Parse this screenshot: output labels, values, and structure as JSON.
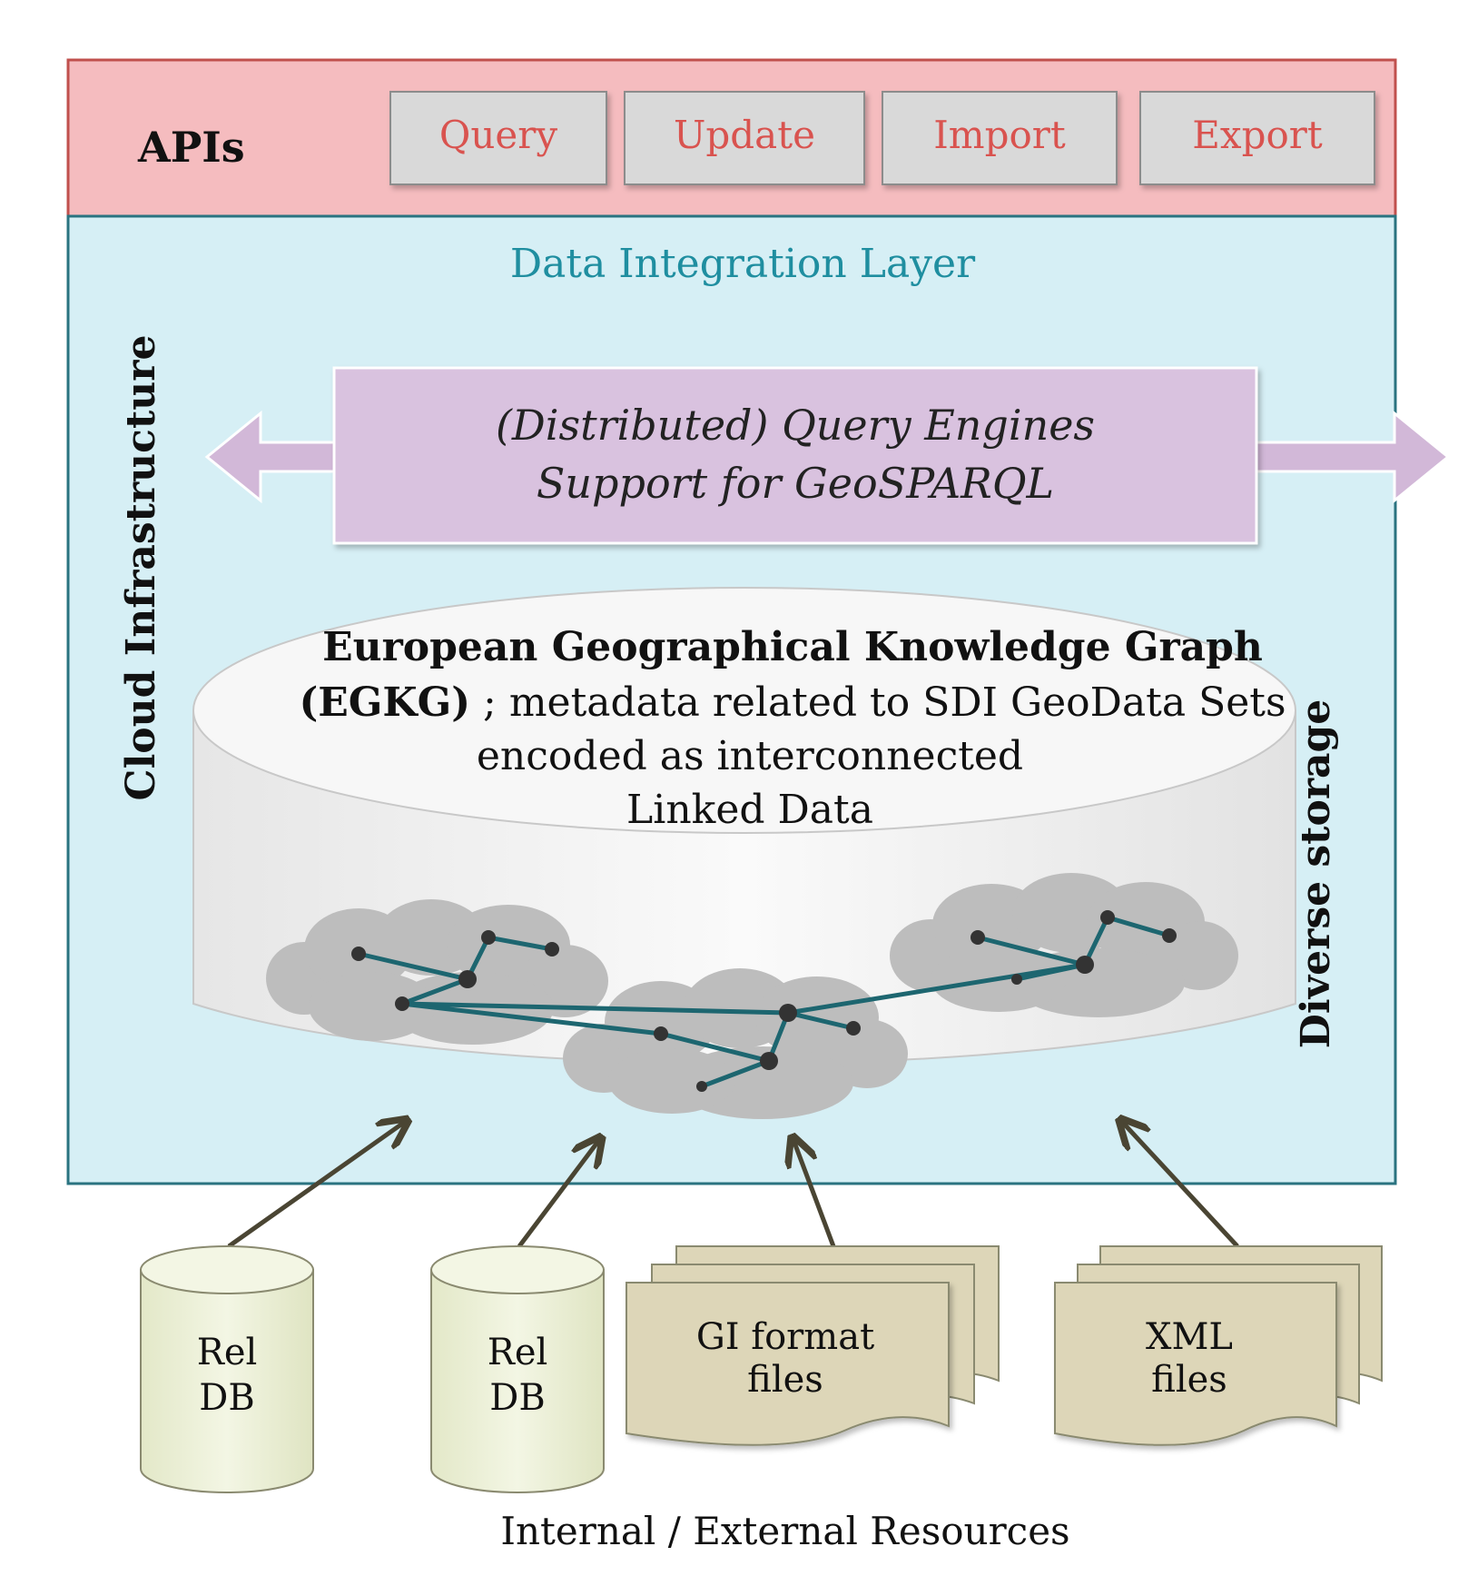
{
  "apis": {
    "title": "APIs",
    "buttons": [
      "Query",
      "Update",
      "Import",
      "Export"
    ]
  },
  "integration_layer": {
    "title": "Data Integration Layer"
  },
  "side_labels": {
    "cloud_infrastructure": "Cloud Infrastructure",
    "diverse_storage": "Diverse storage"
  },
  "query_engines": {
    "line1": "(Distributed) Query Engines",
    "line2": "Support for GeoSPARQL"
  },
  "knowledge_graph": {
    "line1": "European Geographical Knowledge Graph",
    "line2_bold": "(EGKG)",
    "line2_rest": " ; metadata related to SDI GeoData Sets",
    "line3": "encoded as interconnected",
    "line4": "Linked Data"
  },
  "resources": {
    "rel_db_1": {
      "line1": "Rel",
      "line2": "DB"
    },
    "rel_db_2": {
      "line1": "Rel",
      "line2": "DB"
    },
    "gi_files": {
      "line1": "GI format",
      "line2": "files"
    },
    "xml_files": {
      "line1": "XML",
      "line2": "files"
    },
    "caption": "Internal / External Resources"
  },
  "colors": {
    "apis_bar": "#f5bcbf",
    "apis_border": "#c0504d",
    "api_button_fill": "#d9d9d9",
    "api_button_text": "#d9534f",
    "layer_fill": "#d6eff5",
    "layer_border": "#2a7380",
    "layer_title": "#1f8ea0",
    "query_fill": "#d9c2df",
    "query_arrow": "#d2b8d8",
    "cloud_fill": "#bdbdbd",
    "graph_edge": "#1d6670",
    "graph_node": "#333333",
    "db_fill": "#eef2d9",
    "file_fill": "#ddd6b8",
    "input_arrow": "#4a4533"
  }
}
